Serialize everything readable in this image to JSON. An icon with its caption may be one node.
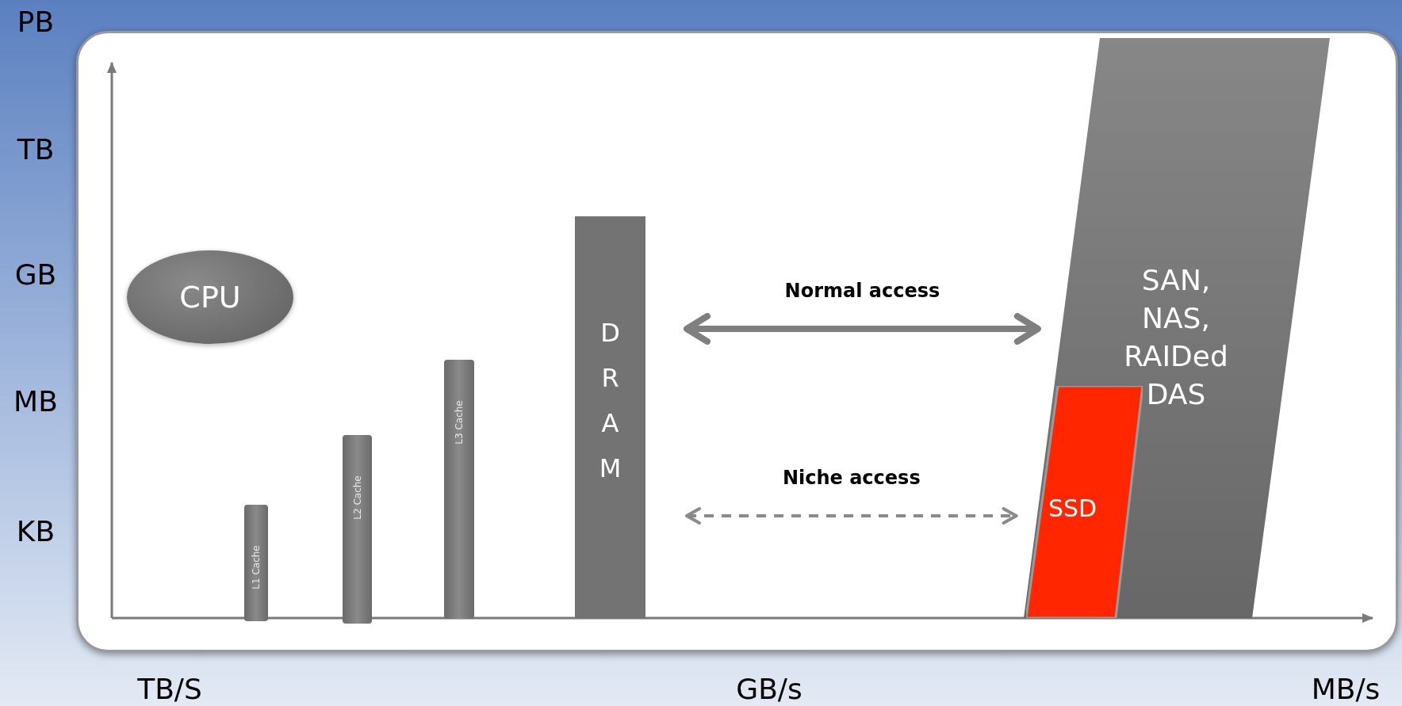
{
  "diagram": {
    "nodes": [
      {
        "text": [
          "CPU"
        ]
      },
      {
        "text": [
          "L1 Cache"
        ]
      },
      {
        "text": [
          "L2 Cache"
        ]
      },
      {
        "text": [
          "L3 Cache"
        ]
      },
      {
        "text": [
          "DRAM"
        ]
      },
      {
        "text": [
          "SAN, NAS, RAIDed DAS"
        ]
      },
      {
        "text": [
          "SSD"
        ],
        "in": 5
      }
    ],
    "edges": [
      {
        "from": 4,
        "to": 5,
        "arrow": "both",
        "label": "Normal access",
        "style": "thick"
      },
      {
        "from": 4,
        "to": 6,
        "arrow": "both",
        "label": "Niche access",
        "style": "dashed"
      }
    ],
    "labels": [
      "PB",
      "TB",
      "GB",
      "MB",
      "KB",
      "TB/S",
      "GB/s",
      "MB/s"
    ]
  }
}
